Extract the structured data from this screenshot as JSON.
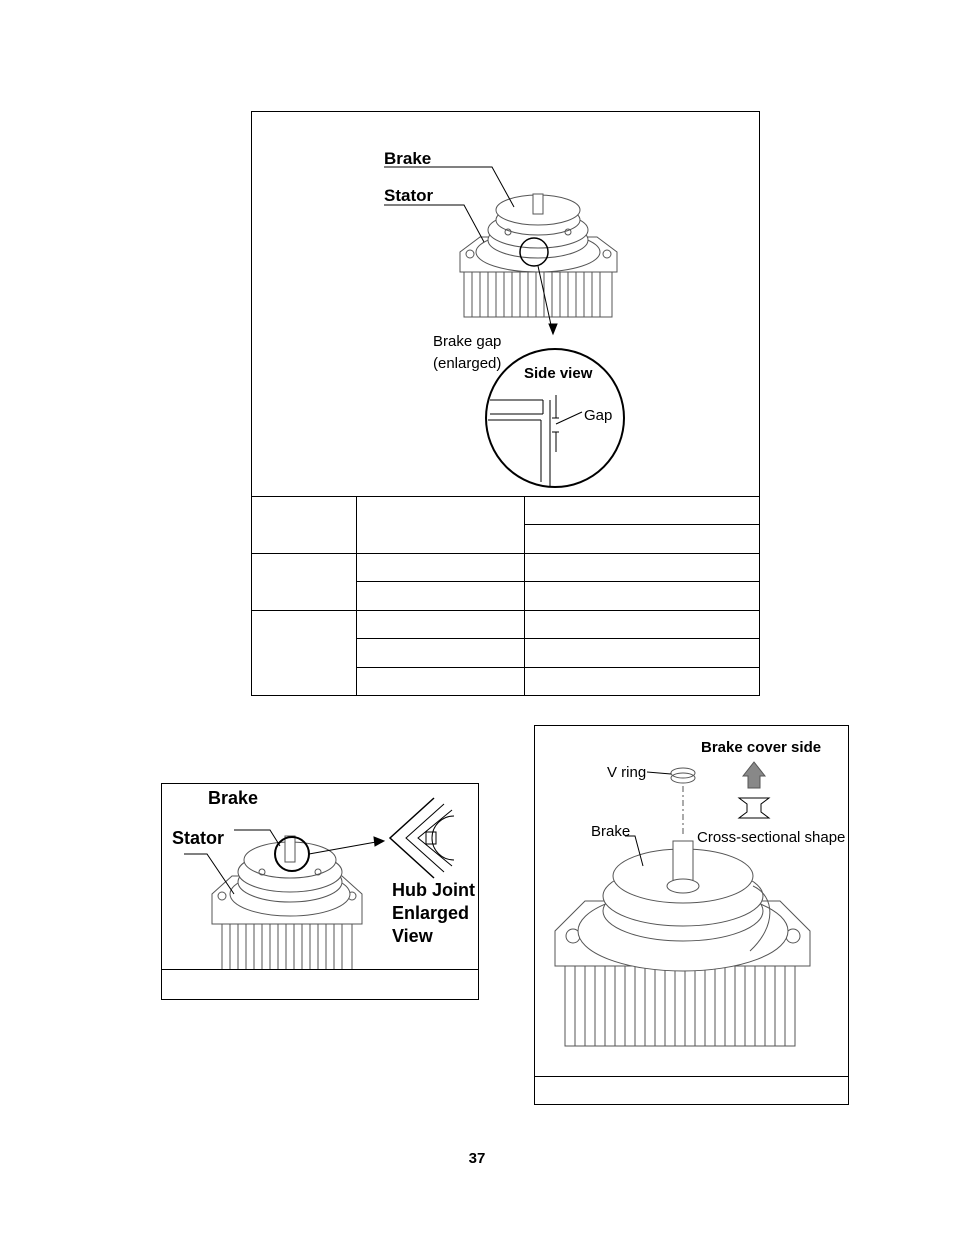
{
  "figure_top": {
    "labels": {
      "brake": "Brake",
      "stator": "Stator",
      "brake_gap_line1": "Brake gap",
      "brake_gap_line2": "(enlarged)",
      "side_view": "Side view",
      "gap": "Gap"
    }
  },
  "figure_hub": {
    "labels": {
      "brake": "Brake",
      "stator": "Stator",
      "hub_line1": "Hub Joint",
      "hub_line2": "Enlarged",
      "hub_line3": "View"
    }
  },
  "figure_vring": {
    "labels": {
      "brake_cover_side": "Brake cover side",
      "v_ring": "V ring",
      "brake": "Brake",
      "cross_section": "Cross-sectional shape"
    }
  },
  "page_number": "37"
}
